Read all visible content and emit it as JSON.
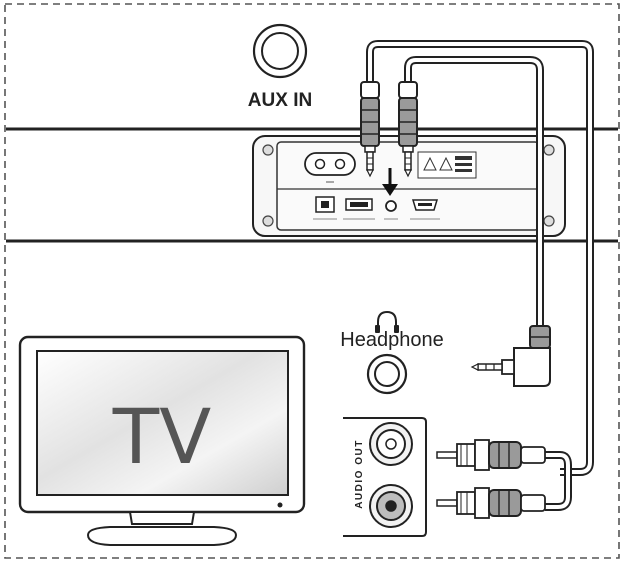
{
  "labels": {
    "aux_in": "AUX IN",
    "headphone": "Headphone",
    "tv": "TV",
    "audio_out": "AUDIO OUT"
  },
  "colors": {
    "line": "#2b2b2b",
    "frame": "#555555",
    "panel": "#f4f4f4",
    "plug": "#9a9a9a"
  },
  "icons": {
    "headphone": "headphone-icon",
    "arrow": "arrow-down-icon"
  }
}
